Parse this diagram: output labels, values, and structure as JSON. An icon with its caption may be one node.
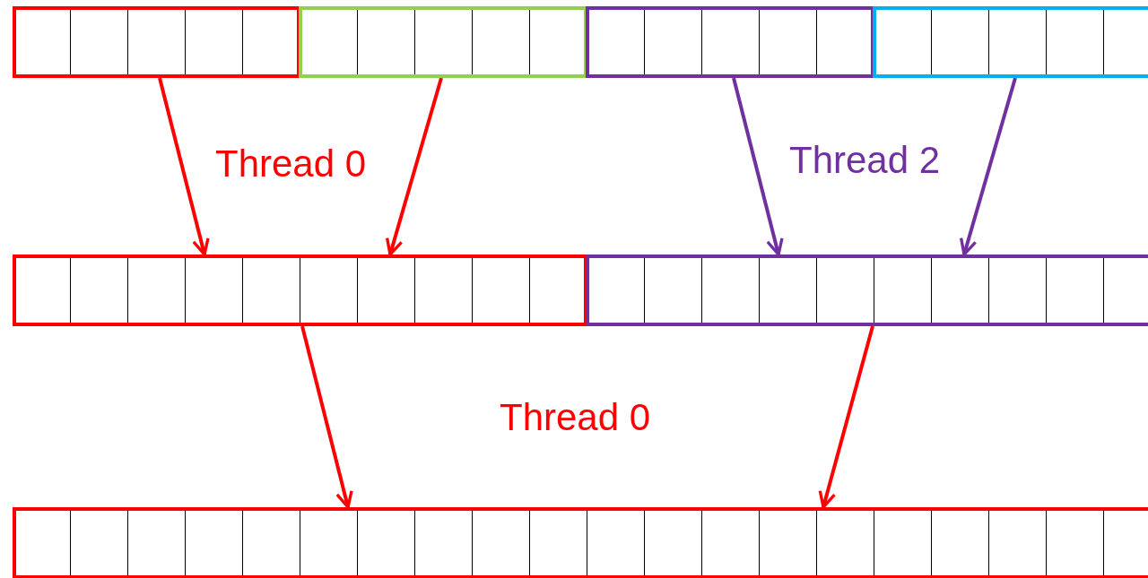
{
  "diagram": {
    "nodes": [
      {
        "text": [],
        "shape": "bar"
      },
      {
        "text": [],
        "shape": "bar"
      },
      {
        "text": [],
        "shape": "bar"
      },
      {
        "text": [],
        "shape": "bar"
      },
      {
        "text": [],
        "shape": "bar"
      },
      {
        "text": [],
        "shape": "bar"
      },
      {
        "text": [],
        "shape": "bar"
      }
    ],
    "edges": [
      {
        "from": 0,
        "to": 4,
        "arrow": "to"
      },
      {
        "from": 1,
        "to": 4,
        "arrow": "to"
      },
      {
        "from": 2,
        "to": 5,
        "arrow": "to",
        "color": "#7030a0"
      },
      {
        "from": 3,
        "to": 5,
        "arrow": "to",
        "color": "#7030a0"
      },
      {
        "from": 4,
        "to": 6,
        "arrow": "to"
      },
      {
        "from": 5,
        "to": 6,
        "arrow": "to"
      }
    ],
    "labels": [
      "Thread 0",
      "Thread 2",
      "Thread 0"
    ]
  }
}
